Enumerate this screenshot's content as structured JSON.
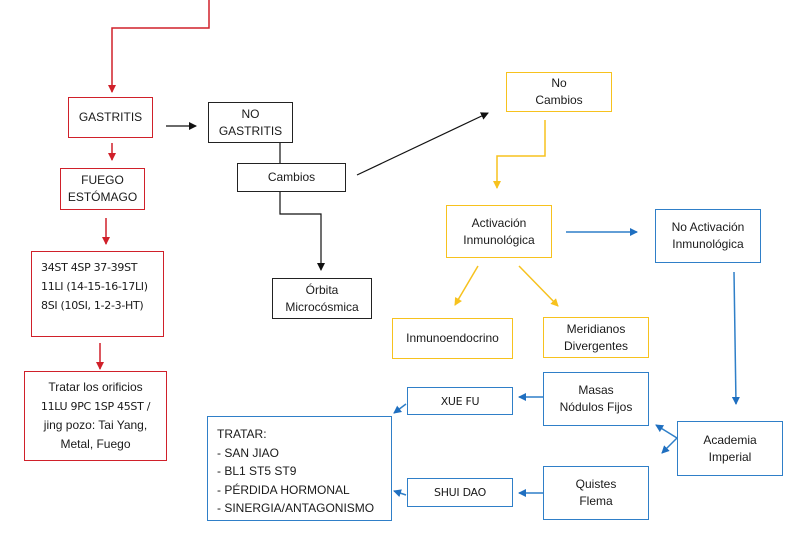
{
  "colors": {
    "red": "#d0202a",
    "black": "#222222",
    "yellow": "#f7c21e",
    "blue": "#2f7fc8"
  },
  "nodes": {
    "gastritis": {
      "lines": [
        "GASTRITIS"
      ]
    },
    "fuego_estomago": {
      "lines": [
        "FUEGO",
        "ESTÓMAGO"
      ]
    },
    "points_box": {
      "lines": [
        "34ST 4SP 37-39ST",
        "11LI (14-15-16-17LI)",
        "8SI (10SI, 1-2-3-HT)"
      ]
    },
    "tratar_orificios": {
      "lines": [
        "Tratar los orificios",
        "11LU 9PC 1SP 45ST /",
        "jing pozo: Tai Yang,",
        "Metal, Fuego"
      ]
    },
    "no_gastritis": {
      "lines": [
        "NO",
        "GASTRITIS"
      ]
    },
    "cambios": {
      "lines": [
        "Cambios"
      ]
    },
    "orbita": {
      "lines": [
        "Órbita",
        "Microcósmica"
      ]
    },
    "no_cambios": {
      "lines": [
        "No",
        "Cambios"
      ]
    },
    "activacion": {
      "lines": [
        "Activación",
        "Inmunológica"
      ]
    },
    "no_activacion": {
      "lines": [
        "No Activación",
        "Inmunológica"
      ]
    },
    "inmunoendocrino": {
      "lines": [
        "Inmunoendocrino"
      ]
    },
    "meridianos": {
      "lines": [
        "Meridianos",
        "Divergentes"
      ]
    },
    "masas": {
      "lines": [
        "Masas",
        "Nódulos Fijos"
      ]
    },
    "xue_fu": {
      "lines": [
        "XUE FU"
      ]
    },
    "academia": {
      "lines": [
        "Academia",
        "Imperial"
      ]
    },
    "quistes": {
      "lines": [
        "Quistes",
        "Flema"
      ]
    },
    "shui_dao": {
      "lines": [
        "SHUI DAO"
      ]
    },
    "tratar": {
      "lines": [
        "TRATAR:",
        "- SAN JIAO",
        "- BL1 ST5 ST9",
        "- PÉRDIDA HORMONAL",
        "- SINERGIA/ANTAGONISMO"
      ]
    }
  },
  "edges": [
    {
      "from": "top-entry",
      "to": "gastritis",
      "color": "red"
    },
    {
      "from": "gastritis",
      "to": "fuego_estomago",
      "color": "red"
    },
    {
      "from": "fuego_estomago",
      "to": "points_box",
      "color": "red"
    },
    {
      "from": "points_box",
      "to": "tratar_orificios",
      "color": "red"
    },
    {
      "from": "gastritis",
      "to": "no_gastritis",
      "color": "black"
    },
    {
      "from": "no_gastritis",
      "to": "cambios",
      "color": "black"
    },
    {
      "from": "cambios",
      "to": "orbita",
      "color": "black"
    },
    {
      "from": "cambios",
      "to": "no_cambios",
      "color": "black"
    },
    {
      "from": "no_cambios",
      "to": "activacion",
      "color": "yellow"
    },
    {
      "from": "activacion",
      "to": "inmunoendocrino",
      "color": "yellow"
    },
    {
      "from": "activacion",
      "to": "meridianos",
      "color": "yellow"
    },
    {
      "from": "activacion",
      "to": "no_activacion",
      "color": "blue"
    },
    {
      "from": "no_activacion",
      "to": "academia",
      "color": "blue"
    },
    {
      "from": "academia",
      "to": "masas",
      "color": "blue"
    },
    {
      "from": "academia",
      "to": "quistes",
      "color": "blue"
    },
    {
      "from": "masas",
      "to": "xue_fu",
      "color": "blue"
    },
    {
      "from": "quistes",
      "to": "shui_dao",
      "color": "blue"
    },
    {
      "from": "xue_fu",
      "to": "tratar",
      "color": "blue"
    },
    {
      "from": "shui_dao",
      "to": "tratar",
      "color": "blue"
    }
  ]
}
